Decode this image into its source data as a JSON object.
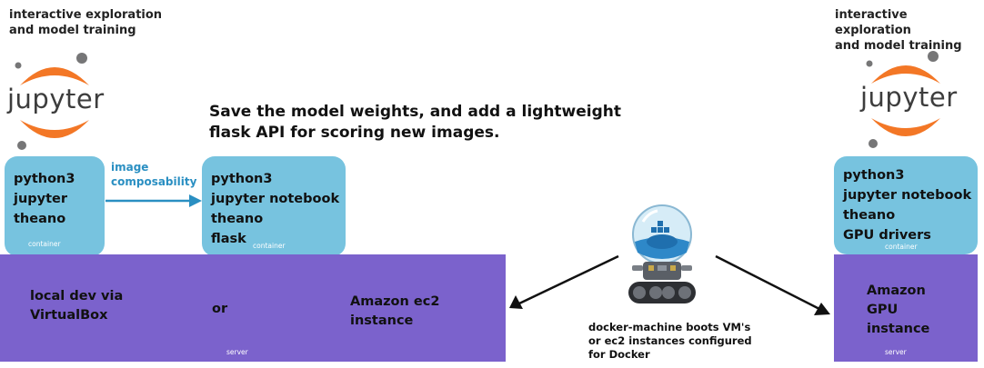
{
  "left": {
    "caption_line1": "interactive exploration",
    "caption_line2": "and model training",
    "logo_text": "jupyter",
    "container_lines": [
      "python3",
      "jupyter",
      "theano"
    ],
    "container_tag": "container"
  },
  "arrow": {
    "label_line1": "image",
    "label_line2": "composability"
  },
  "headline": {
    "line1": "Save the model weights, and add a lightweight",
    "line2": "flask API for scoring new images."
  },
  "middle": {
    "container_lines": [
      "python3",
      "jupyter notebook",
      "theano",
      "flask"
    ],
    "container_tag": "container"
  },
  "server_main": {
    "local_line1": "local dev via",
    "local_line2": "VirtualBox",
    "or": "or",
    "ec2_line1": "Amazon ec2",
    "ec2_line2": "instance",
    "tag": "server"
  },
  "docker": {
    "line1": "docker-machine boots VM's",
    "line2": "or ec2 instances configured",
    "line3": "for Docker"
  },
  "right": {
    "caption_line1": "interactive exploration",
    "caption_line2": "and model training",
    "logo_text": "jupyter",
    "container_lines": [
      "python3",
      "jupyter notebook",
      "theano",
      "GPU drivers"
    ],
    "container_tag": "container",
    "server_line1": "Amazon",
    "server_line2": "GPU",
    "server_line3": "instance",
    "server_tag": "server"
  },
  "colors": {
    "container": "#77c3df",
    "server": "#7b62cc",
    "arrow_blue": "#2a8fc2",
    "jupyter_orange": "#f37726",
    "jupyter_gray": "#767677"
  },
  "icons": [
    "jupyter-logo",
    "docker-robot-mascot"
  ]
}
